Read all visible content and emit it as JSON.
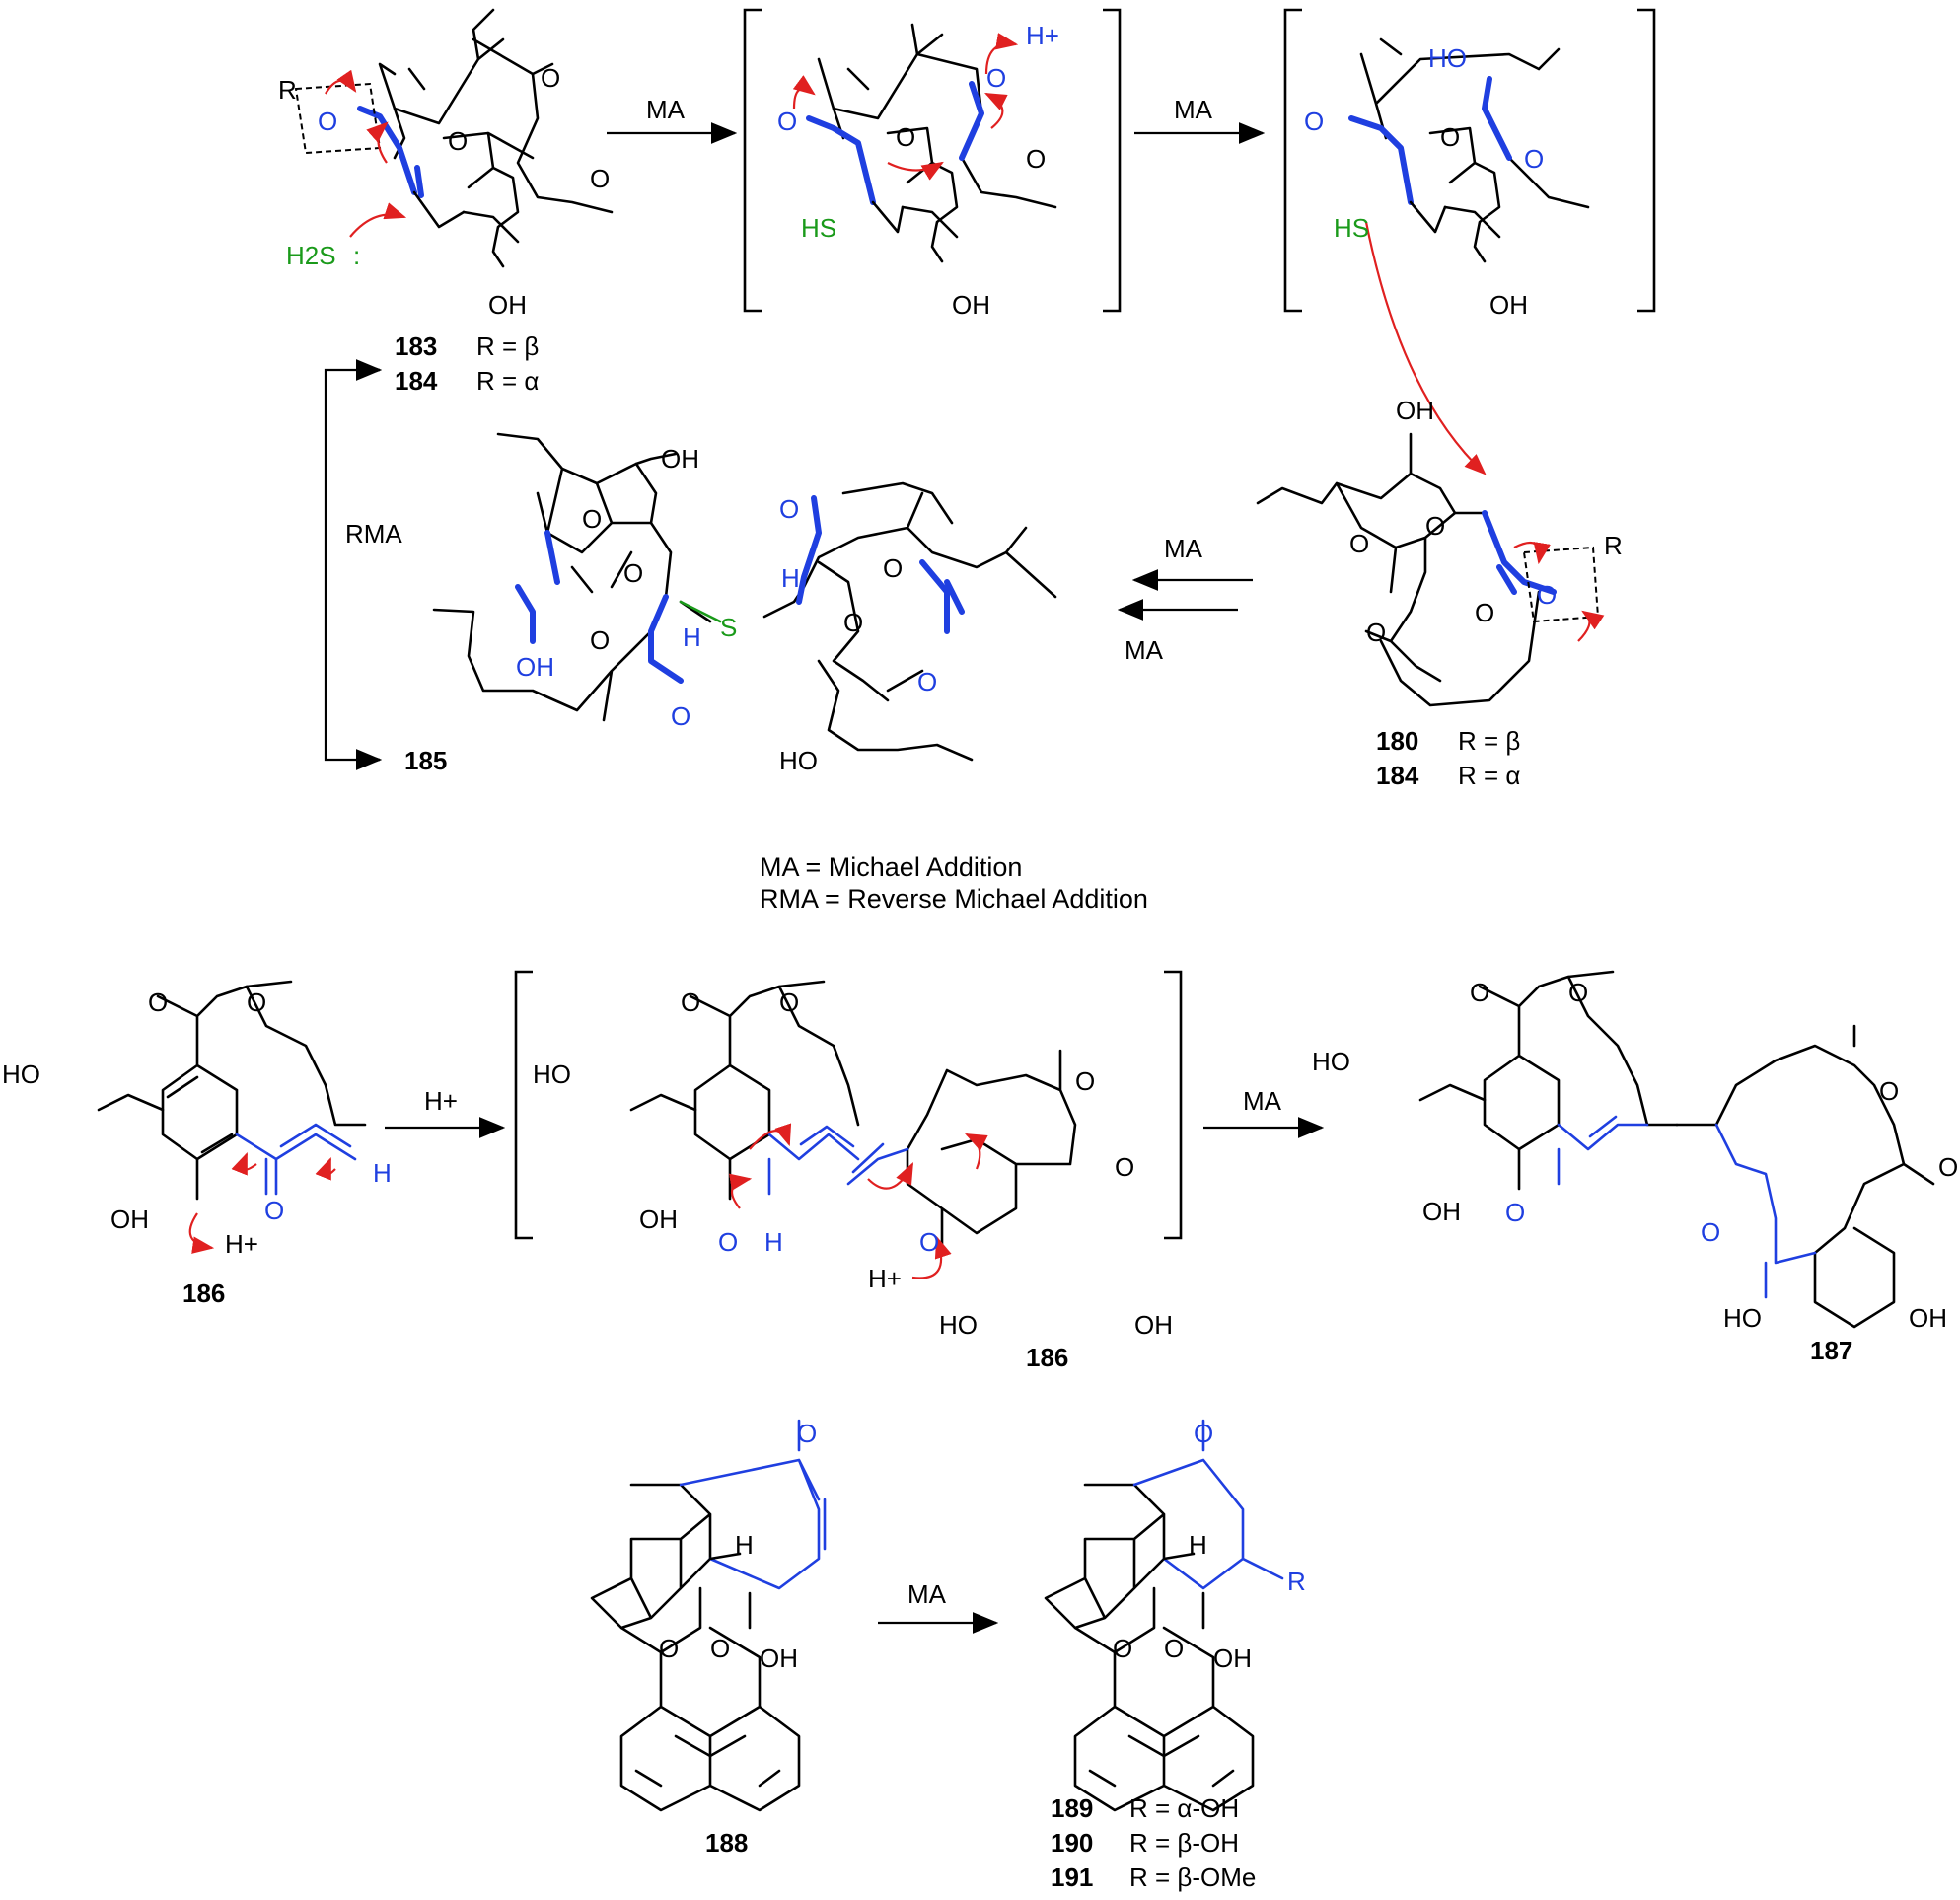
{
  "scheme1": {
    "compound_183": {
      "number": "183",
      "r": "R = β"
    },
    "compound_184_top": {
      "number": "184",
      "r": "R = α"
    },
    "compound_180": {
      "number": "180",
      "r": "R = β"
    },
    "compound_184_right": {
      "number": "184",
      "r": "R = α"
    },
    "compound_185": {
      "number": "185"
    },
    "step1_label": "MA",
    "step2_label": "MA",
    "step3a_label": "MA",
    "step3b_label": "MA",
    "rma_label": "RMA",
    "r_label": "R",
    "h2s_label": "H2S",
    "hplus_label": "H+",
    "hs_label": "HS",
    "oh_label": "OH",
    "ho_label": "HO",
    "o_label": "O",
    "s_label": "S",
    "h_label": "H"
  },
  "legend": {
    "line1": "MA    = Michael Addition",
    "line2": "RMA = Reverse Michael Addition"
  },
  "scheme2": {
    "compound_186_left": "186",
    "compound_186_right": "186",
    "compound_187": "187",
    "hplus_arrow_label": "H+",
    "ma_label": "MA",
    "ho_label": "HO",
    "oh_label": "OH",
    "h_label": "H",
    "o_label": "O"
  },
  "scheme3": {
    "compound_188": "188",
    "ma_label": "MA",
    "products": [
      {
        "number": "189",
        "r": "R = α-OH"
      },
      {
        "number": "190",
        "r": "R = β-OH"
      },
      {
        "number": "191",
        "r": "R = β-OMe"
      }
    ],
    "r_label": "R",
    "h_label": "H",
    "oh_label": "OH",
    "o_label": "O"
  },
  "colors": {
    "highlight_bond": "#1f3fe0",
    "sulfur": "#1a9a1a",
    "curved_arrow": "#e02020"
  }
}
